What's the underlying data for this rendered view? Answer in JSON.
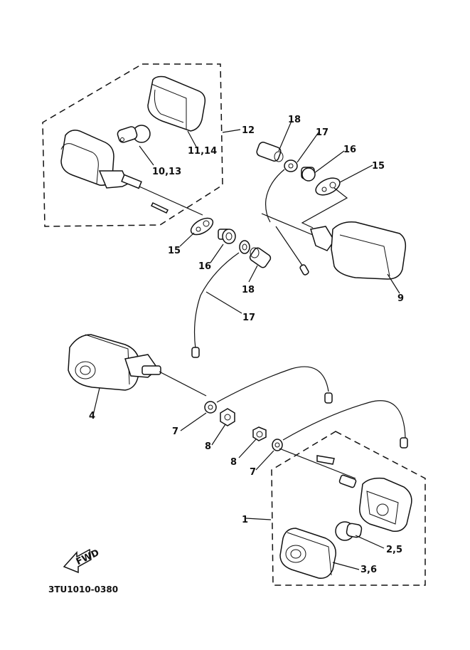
{
  "diagram": {
    "title_code": "3TU1010-0380",
    "fwd_label": "FWD",
    "labels": {
      "p1": "1",
      "p2_5": "2,5",
      "p3_6": "3,6",
      "p4": "4",
      "p7a": "7",
      "p7b": "7",
      "p8a": "8",
      "p8b": "8",
      "p9": "9",
      "p10_13": "10,13",
      "p11_14": "11,14",
      "p12": "12",
      "p15a": "15",
      "p15b": "15",
      "p16a": "16",
      "p16b": "16",
      "p17a": "17",
      "p17b": "17",
      "p18a": "18",
      "p18b": "18"
    }
  }
}
